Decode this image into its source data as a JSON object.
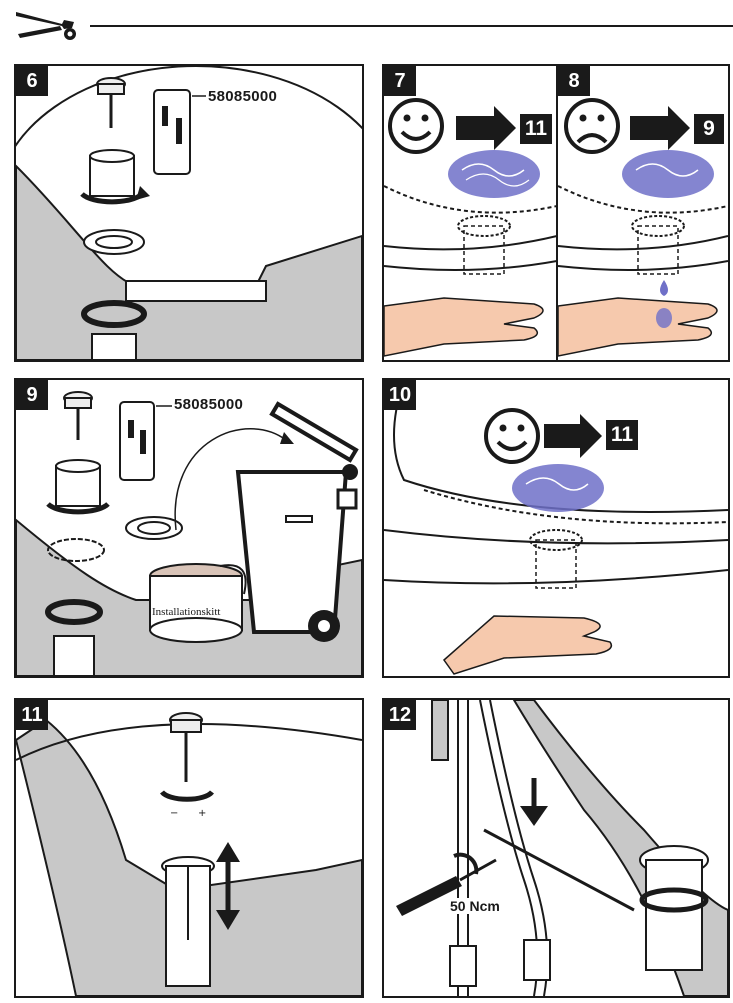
{
  "header": {
    "icon": "tools-icon"
  },
  "panels": [
    {
      "step": "6",
      "part_number": "58085000"
    },
    {
      "step": "7",
      "result": "smiley-happy-icon",
      "next_step": "11"
    },
    {
      "step": "8",
      "result": "smiley-sad-icon",
      "next_step": "9"
    },
    {
      "step": "9",
      "part_number": "58085000",
      "can_label": "Installationskitt"
    },
    {
      "step": "10",
      "result": "smiley-happy-icon",
      "next_step": "11"
    },
    {
      "step": "11",
      "minus": "−",
      "plus": "+"
    },
    {
      "step": "12",
      "torque": "50 Ncm"
    }
  ],
  "colors": {
    "ink": "#1a1a1a",
    "water": "#6f70c8",
    "skin": "#f6c9ad",
    "panel_gray": "#c8c8c8"
  }
}
